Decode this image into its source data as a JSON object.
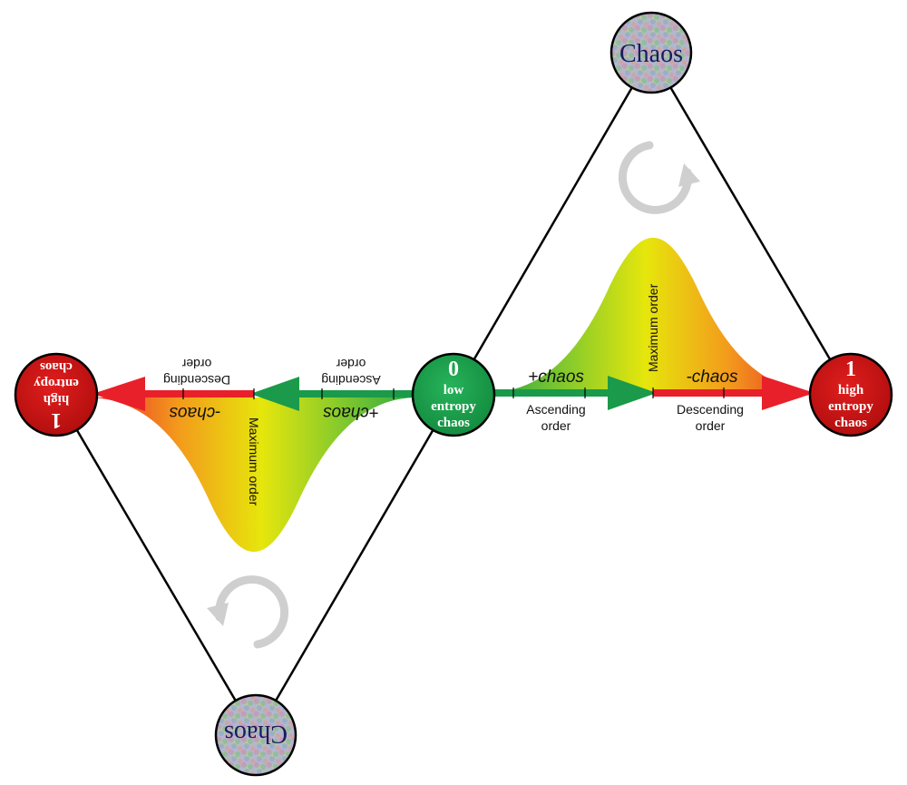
{
  "nodes": {
    "top_chaos": {
      "label": "Chaos"
    },
    "bottom_chaos": {
      "label": "Chaos"
    },
    "center": {
      "number": "0",
      "line1": "low",
      "line2": "entropy",
      "line3": "chaos",
      "color": "#1a9a4a"
    },
    "right": {
      "number": "1",
      "line1": "high",
      "line2": "entropy",
      "line3": "chaos",
      "color": "#c81414"
    },
    "left": {
      "number": "1",
      "line1": "high",
      "line2": "entropy",
      "line3": "chaos",
      "color": "#c81414"
    }
  },
  "right_flow": {
    "plus_chaos": "+chaos",
    "minus_chaos": "-chaos",
    "ascending": [
      "Ascending",
      "order"
    ],
    "descending": [
      "Descending",
      "order"
    ],
    "maximum": "Maximum order"
  },
  "left_flow": {
    "plus_chaos": "+chaos",
    "minus_chaos": "-chaos",
    "ascending": [
      "Ascending",
      "order"
    ],
    "descending": [
      "Descending",
      "order"
    ],
    "maximum": "Maximum order"
  },
  "icons": {
    "top_cycle": "clockwise-cycle-icon",
    "bottom_cycle": "counterclockwise-cycle-icon"
  },
  "colors": {
    "order_green": "#1a9a4a",
    "chaos_red": "#e8202a",
    "curve_yellow": "#e8e60c",
    "curve_orange": "#f19a1c",
    "cycle_gray": "#cfcfcf"
  }
}
